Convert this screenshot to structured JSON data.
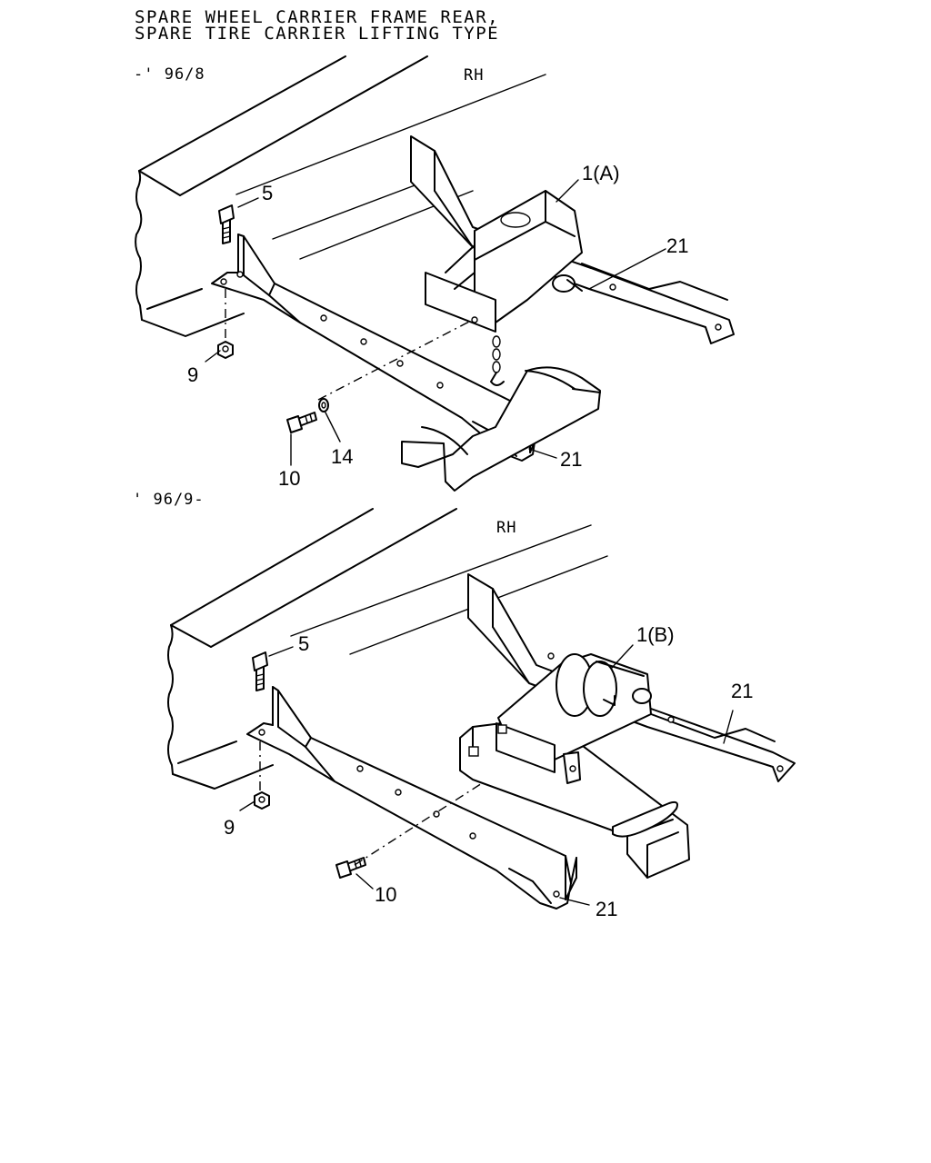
{
  "title": {
    "line1": "SPARE WHEEL CARRIER FRAME REAR,",
    "line2": "SPARE TIRE CARRIER LIFTING TYPE"
  },
  "sections": [
    {
      "date_range": "-' 96/8",
      "side": "RH",
      "callouts": {
        "assembly": "1(A)",
        "bolt": "5",
        "nut": "9",
        "bolt_lower": "10",
        "washer": "14",
        "bracket_upper": "21",
        "bracket_lower": "21"
      }
    },
    {
      "date_range": "' 96/9-",
      "side": "RH",
      "callouts": {
        "assembly": "1(B)",
        "bolt": "5",
        "nut": "9",
        "bolt_lower": "10",
        "bracket_upper": "21",
        "bracket_lower": "21"
      }
    }
  ],
  "icons": [
    "frame-rail",
    "carrier-bracket",
    "winch-assembly",
    "bolt",
    "nut",
    "washer",
    "chain",
    "tire-support"
  ]
}
